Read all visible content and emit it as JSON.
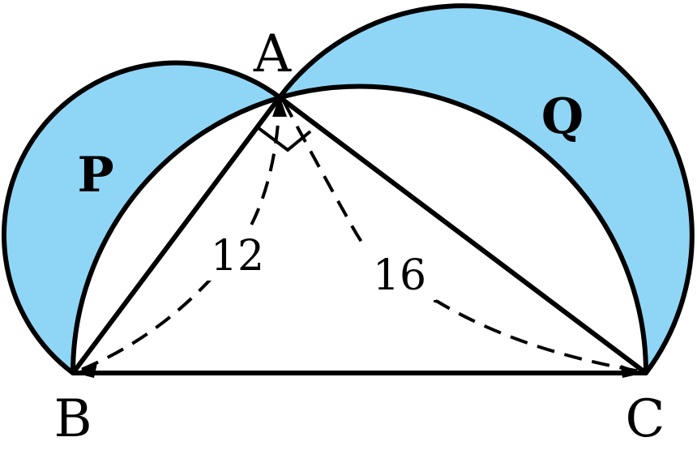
{
  "points": {
    "A": "A",
    "B": "B",
    "C": "C"
  },
  "regions": {
    "P": "P",
    "Q": "Q"
  },
  "measures": {
    "AB": "12",
    "AC": "16"
  },
  "colors": {
    "fill": "#8fd6f6",
    "stroke": "#000000",
    "background": "#ffffff"
  }
}
